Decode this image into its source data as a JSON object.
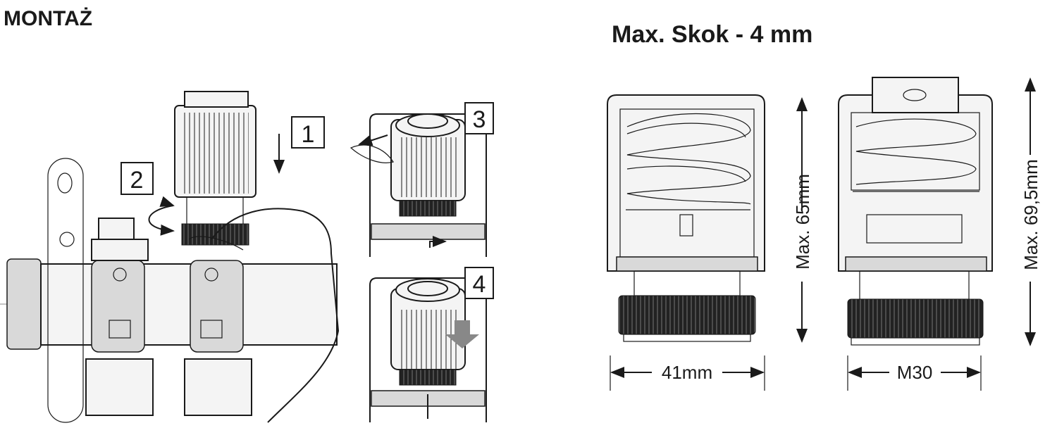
{
  "left_section": {
    "title": "MONTAŻ",
    "steps": [
      "1",
      "2",
      "3",
      "4"
    ]
  },
  "right_section": {
    "title": "Max. Skok - 4 mm",
    "left_actuator": {
      "height_label": "Max. 65mm",
      "width_label": "41mm"
    },
    "right_actuator": {
      "height_label": "Max. 69,5mm",
      "width_label": "M30"
    }
  }
}
